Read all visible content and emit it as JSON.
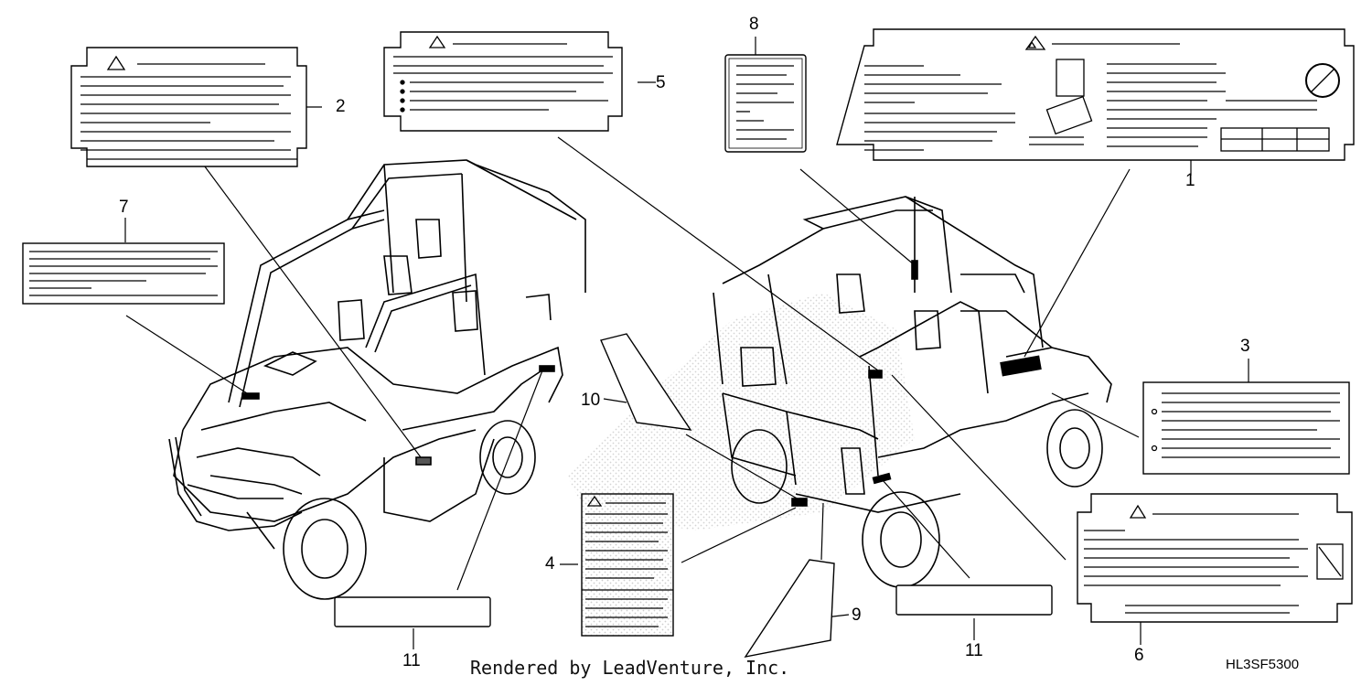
{
  "diagram": {
    "callouts": [
      {
        "id": "c1",
        "text": "1"
      },
      {
        "id": "c2",
        "text": "2"
      },
      {
        "id": "c3",
        "text": "3"
      },
      {
        "id": "c4",
        "text": "4"
      },
      {
        "id": "c5",
        "text": "5"
      },
      {
        "id": "c6",
        "text": "6"
      },
      {
        "id": "c7",
        "text": "7"
      },
      {
        "id": "c8",
        "text": "8"
      },
      {
        "id": "c9",
        "text": "9"
      },
      {
        "id": "c10",
        "text": "10"
      },
      {
        "id": "c11a",
        "text": "11"
      },
      {
        "id": "c11b",
        "text": "11"
      }
    ],
    "footer": "Rendered by LeadVenture, Inc.",
    "diagram_code": "HL3SF5300"
  }
}
